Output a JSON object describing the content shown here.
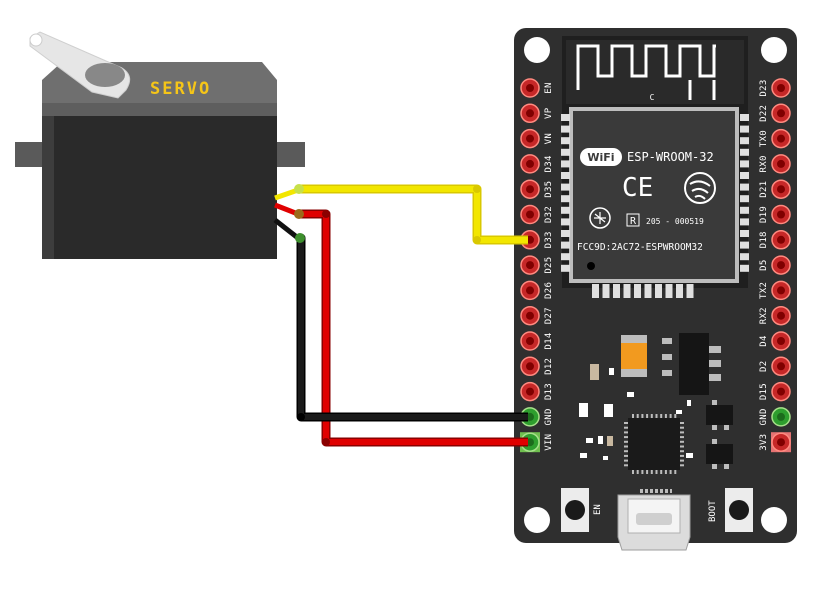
{
  "servo": {
    "label": "SERVO"
  },
  "board": {
    "module_name": "ESP-WROOM-32",
    "wifi_logo": "WiFi",
    "ce_mark": "CE",
    "r_mark": "R",
    "cert_code": "205 - 000519",
    "fcc_id": "FCC9D:2AC72-ESPWROOM32",
    "antenna_mark": "C",
    "en_button_label": "EN",
    "boot_button_label": "BOOT",
    "left_pins": [
      "EN",
      "VP",
      "VN",
      "D34",
      "D35",
      "D32",
      "D33",
      "D25",
      "D26",
      "D27",
      "D14",
      "D12",
      "D13",
      "GND",
      "VIN"
    ],
    "right_pins": [
      "D23",
      "D22",
      "TX0",
      "RX0",
      "D21",
      "D19",
      "D18",
      "D5",
      "TX2",
      "RX2",
      "D4",
      "D2",
      "D15",
      "GND",
      "3V3"
    ]
  },
  "wires": [
    {
      "color": "#f2e600",
      "from": "servo-signal",
      "to": "D33"
    },
    {
      "color": "#e00000",
      "from": "servo-power",
      "to": "VIN"
    },
    {
      "color": "#111111",
      "from": "servo-ground",
      "to": "GND"
    }
  ],
  "colors": {
    "board": "#2f2f2f",
    "pin_red": "#c62828",
    "pin_green": "#2e9e2e",
    "servo_body": "#2a2a2a",
    "servo_top": "#6b6b6b",
    "label_yellow": "#f5c518"
  }
}
